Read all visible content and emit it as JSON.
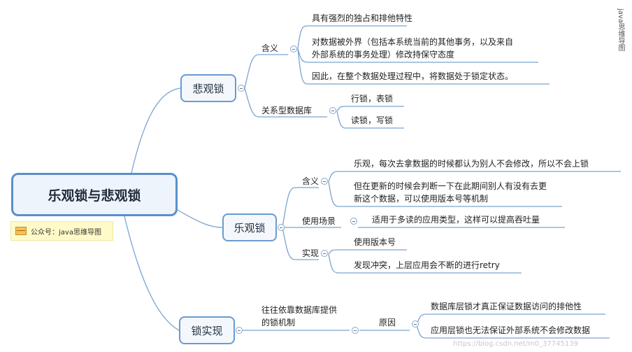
{
  "root": {
    "title": "乐观锁与悲观锁",
    "note": "公众号：java思维导图"
  },
  "watermark": "java思维导图",
  "footer_watermark": "https://blog.csdn.net/m0_37745139",
  "branches": {
    "pessimistic": {
      "label": "悲观锁",
      "meaning": {
        "label": "含义",
        "items": [
          "具有强烈的独占和排他特性",
          "对数据被外界（包括本系统当前的其他事务，以及来自",
          "外部系统的事务处理）修改持保守态度",
          "因此，在整个数据处理过程中，将数据处于锁定状态。"
        ]
      },
      "relational": {
        "label": "关系型数据库",
        "items": [
          "行锁，表锁",
          "读锁，写锁"
        ]
      }
    },
    "optimistic": {
      "label": "乐观锁",
      "meaning": {
        "label": "含义",
        "items": [
          "乐观，每次去拿数据的时候都认为别人不会修改，所以不会上锁",
          "但在更新的时候会判断一下在此期间别人有没有去更",
          "新这个数据，可以使用版本号等机制"
        ]
      },
      "scenario": {
        "label": "使用场景",
        "item": "适用于多读的应用类型，这样可以提高吞吐量"
      },
      "implementation": {
        "label": "实现",
        "items": [
          "使用版本号",
          "发现冲突，上层应用会不断的进行retry"
        ]
      }
    },
    "implementation": {
      "label": "锁实现",
      "rely": [
        "往往依靠数据库提供",
        "的锁机制"
      ],
      "reason": {
        "label": "原因",
        "items": [
          "数据库层锁才真正保证数据访问的排他性",
          "应用层锁也无法保证外部系统不会修改数据"
        ]
      }
    }
  }
}
